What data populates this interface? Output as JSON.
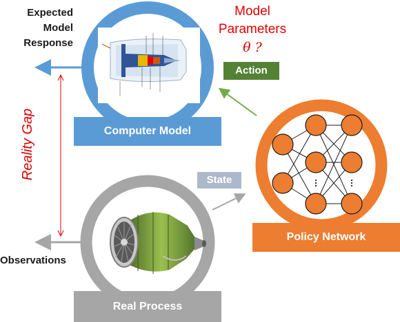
{
  "labels": {
    "expected_line1": "Expected",
    "expected_line2": "Model",
    "expected_line3": "Response",
    "model_params_line1": "Model",
    "model_params_line2": "Parameters",
    "theta": "θ ?",
    "reality_gap": "Reality Gap",
    "observations": "Observations"
  },
  "badges": {
    "action": "Action",
    "state": "State",
    "computer_model": "Computer Model",
    "policy_network": "Policy Network",
    "real_process": "Real Process"
  },
  "colors": {
    "blue": "#5b9bd5",
    "orange": "#ed7d31",
    "gray": "#a6a6a6",
    "green": "#548235",
    "light_blue_gray": "#adb9ca",
    "red": "#e00000",
    "node_orange": "#ed7d31"
  },
  "icons": {
    "turbofan_schematic": "turbofan-schematic-icon",
    "jet_engine_photo": "jet-engine-icon",
    "neural_network": "neural-network-icon"
  }
}
